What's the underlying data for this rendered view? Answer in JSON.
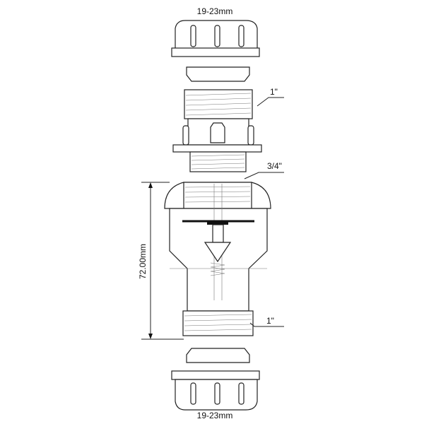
{
  "labels": {
    "top_size": "19-23mm",
    "bottom_size": "19-23mm",
    "upper_thread": "1\"",
    "middle_thread": "3/4\"",
    "lower_thread": "1\"",
    "height": "72.00mm"
  },
  "colors": {
    "line": "#222222",
    "background": "#ffffff"
  }
}
